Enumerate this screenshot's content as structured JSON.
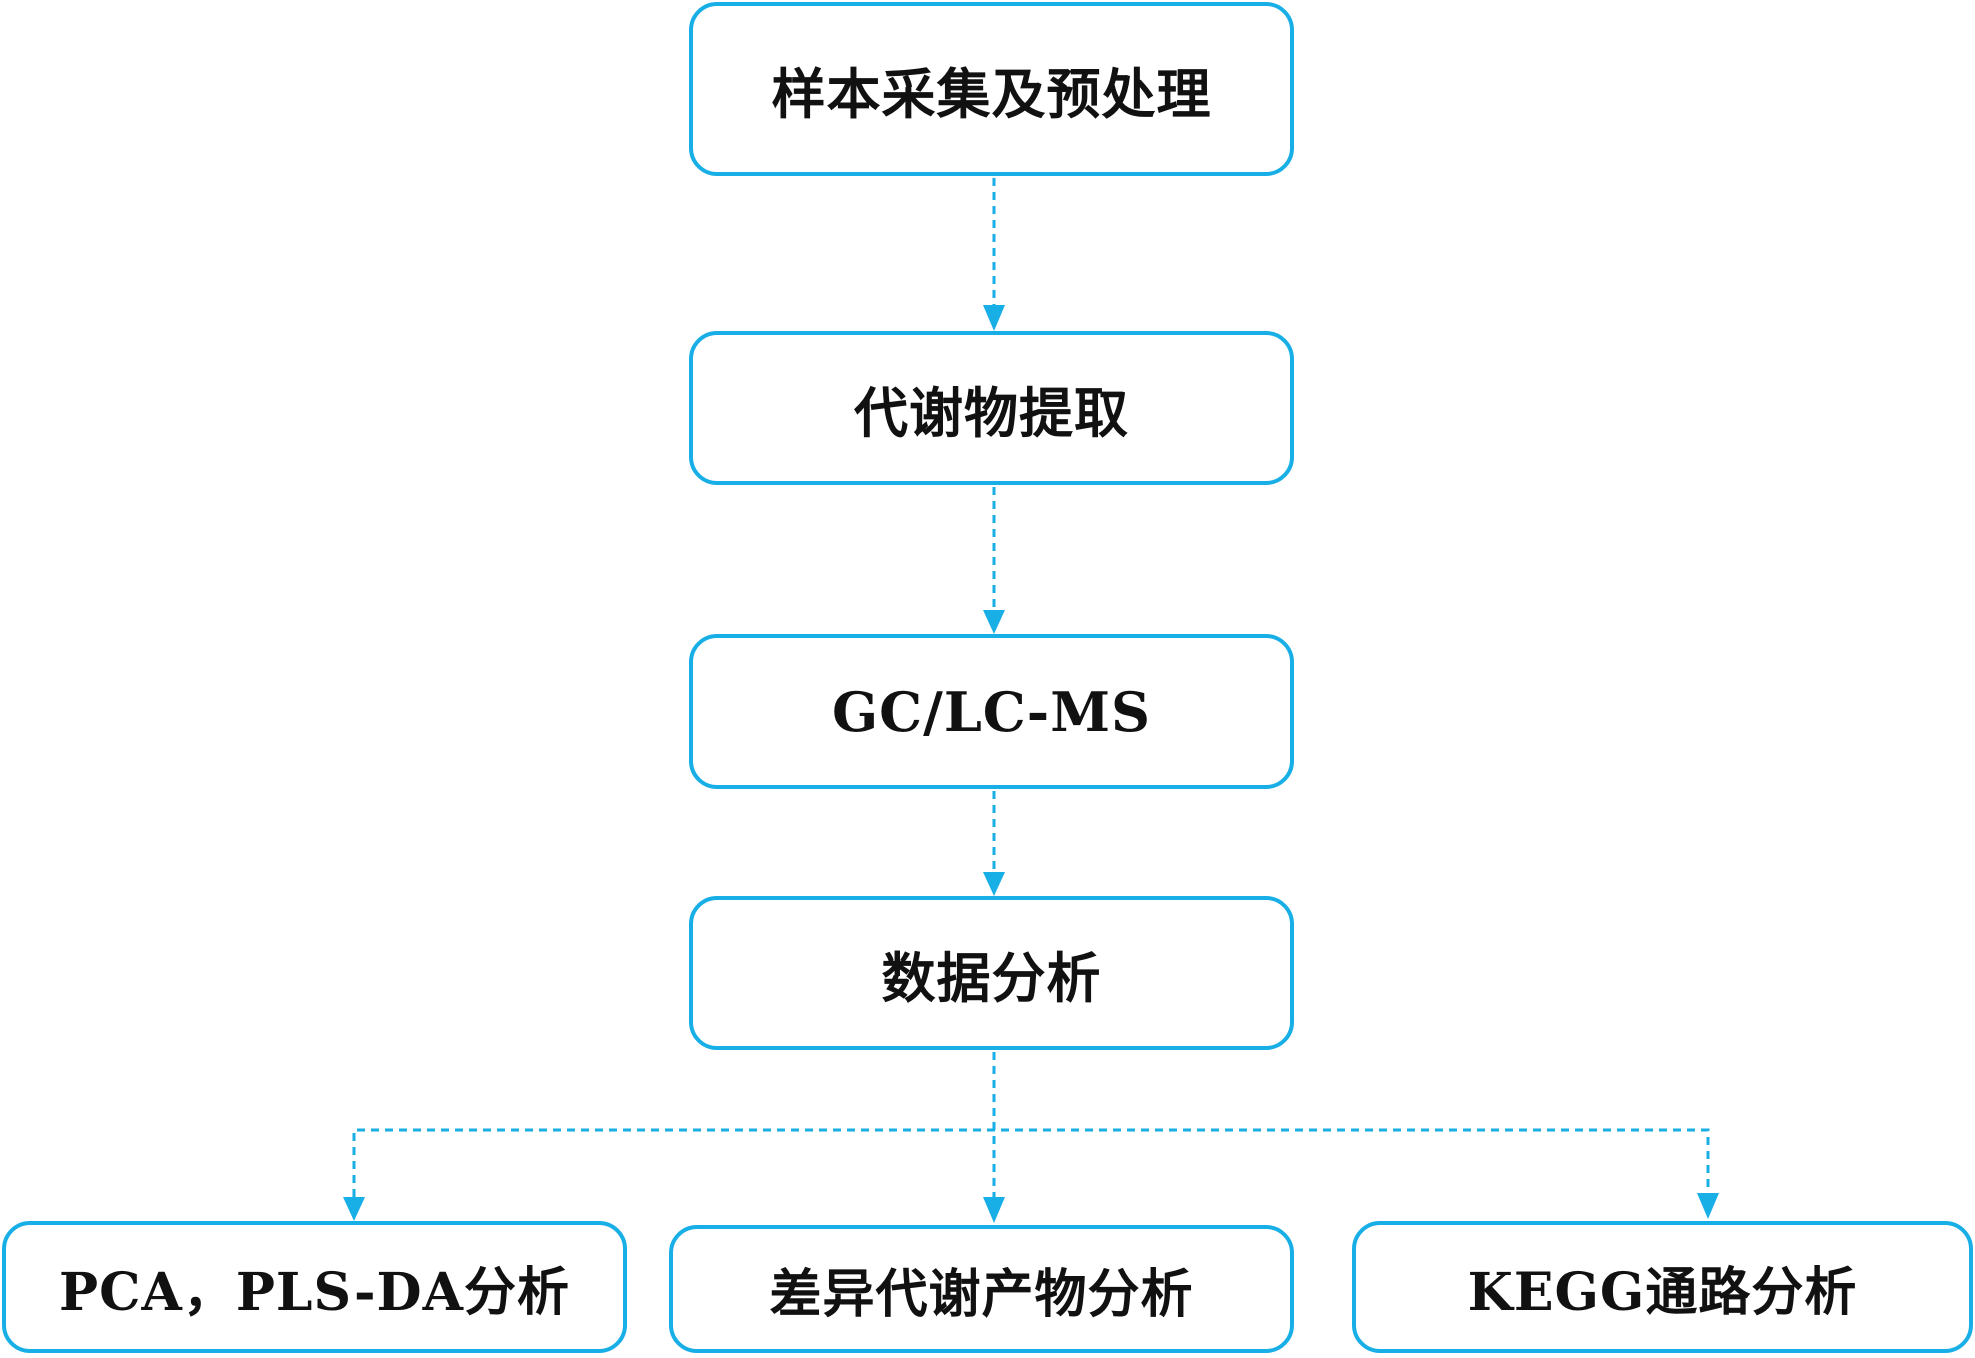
{
  "flowchart": {
    "accent_color": "#18aee6",
    "steps": [
      {
        "label": "样本采集及预处理"
      },
      {
        "label": "代谢物提取"
      },
      {
        "label": "GC/LC-MS"
      },
      {
        "label": "数据分析"
      }
    ],
    "branches": [
      {
        "label": "PCA，PLS-DA分析"
      },
      {
        "label": "差异代谢产物分析"
      },
      {
        "label": "KEGG通路分析"
      }
    ]
  }
}
